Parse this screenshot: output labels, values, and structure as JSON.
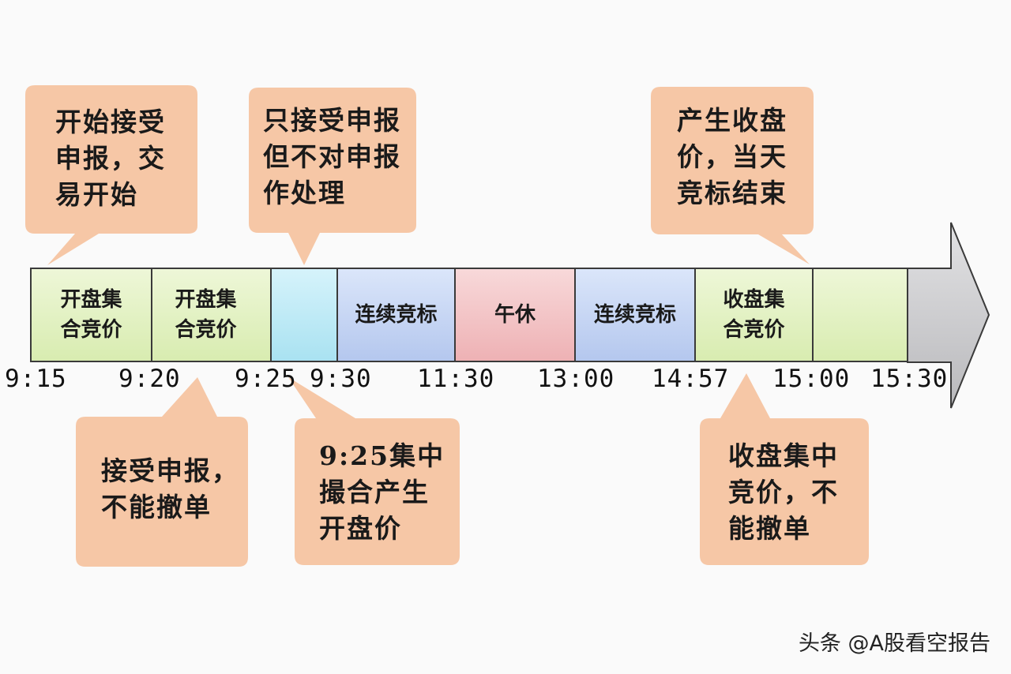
{
  "callouts_top": {
    "open_start": [
      "开始接受",
      "申报，交",
      "易开始"
    ],
    "accept_only": [
      "只接受申报",
      "但不对申报",
      "作处理"
    ],
    "close_price": [
      "产生收盘",
      "价，当天",
      "竞标结束"
    ]
  },
  "callouts_bottom": {
    "no_cancel": [
      "接受申报，",
      "不能撤单"
    ],
    "matching": [
      "9:25集中",
      "撮合产生",
      "开盘价"
    ],
    "close_no_cancel": [
      "收盘集中",
      "竞价，不",
      "能撤单"
    ]
  },
  "segments": {
    "s1": [
      "开盘集",
      "合竞价"
    ],
    "s2": [
      "开盘集",
      "合竞价"
    ],
    "s3": "",
    "s4": "连续竞标",
    "s5": "午休",
    "s6": "连续竞标",
    "s7": [
      "收盘集",
      "合竞价"
    ],
    "s8": ""
  },
  "times": {
    "t0915": "9:15",
    "t0920": "9:20",
    "t0925": "9:25",
    "t0930": "9:30",
    "t1130": "11:30",
    "t1300": "13:00",
    "t1457": "14:57",
    "t1500": "15:00",
    "t1530": "15:30"
  },
  "watermark": "头条 @A股看空报告",
  "colors": {
    "callout": "#f6c7a6",
    "auction_green": "#e6f2c8",
    "cyan": "#bfeaf5",
    "continuous_blue": "#c9d7f3",
    "lunch_red": "#f3c6c8",
    "arrow_gray": "#cfcfd1"
  }
}
